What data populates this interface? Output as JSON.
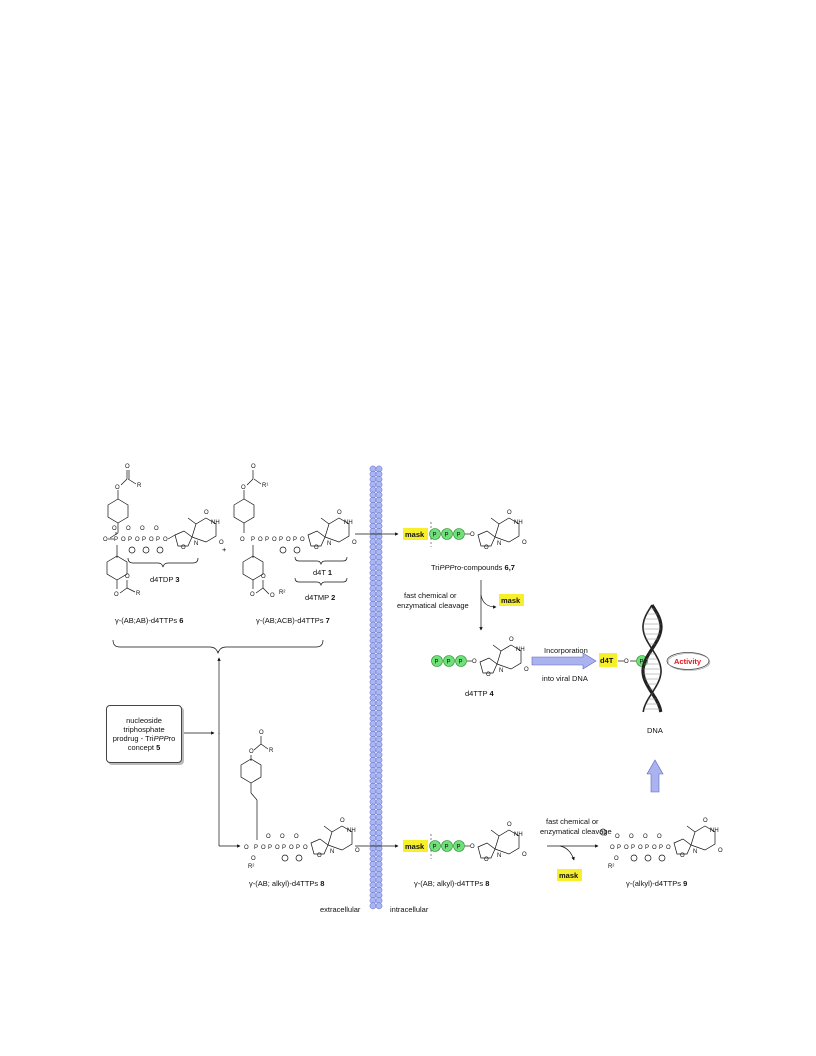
{
  "labels": {
    "ab_ab": "γ-(AB;AB)-d4TTPs",
    "ab_ab_num": "6",
    "ab_acb": "γ-(AB;ACB)-d4TTPs",
    "ab_acb_num": "7",
    "d4tdp": "d4TDP",
    "d4tdp_num": "3",
    "d4t": "d4T",
    "d4t_num": "1",
    "d4tmp": "d4TMP",
    "d4tmp_num": "2",
    "ab_alkyl_left": "γ-(AB; alkyl)-d4TTPs",
    "ab_alkyl_left_num": "8",
    "ab_alkyl_right": "γ-(AB; alkyl)-d4TTPs",
    "ab_alkyl_right_num": "8",
    "alkyl": "γ-(alkyl)-d4TTPs",
    "alkyl_num": "9",
    "tri_pre": "Tri",
    "tri_ppp": "PPP",
    "tri_post": "ro-compounds",
    "tri_num": "6,7",
    "d4ttp": "d4TTP",
    "d4ttp_num": "4",
    "dna": "DNA",
    "extracellular": "extracellular",
    "intracellular": "intracellular",
    "plus": "+"
  },
  "concept": {
    "line1": "nucleoside",
    "line2": "triphosphate",
    "line3": "prodrug - Tri",
    "line3_ppp": "PPP",
    "line3_end": "ro",
    "line4": "concept",
    "line4_num": "5"
  },
  "cleavage": {
    "top_line1": "fast chemical or",
    "top_line2": "enzymatical cleavage",
    "bottom_line1": "fast chemical or",
    "bottom_line2": "enzymatical cleavage"
  },
  "incorporation": {
    "line1": "Incorporation",
    "line2": "into viral DNA"
  },
  "tags": {
    "mask": "mask",
    "p": "P",
    "d4t": "d4T",
    "o": "O",
    "activity": "Activity"
  },
  "chem": {
    "nh": "NH",
    "n": "N",
    "o": "O",
    "p": "P",
    "r": "R",
    "r1": "R¹",
    "r2": "R²"
  },
  "colors": {
    "mask": "#f7ef2a",
    "phosphate": "#6fe07a",
    "membrane": "#a9b6f2",
    "arrow": "#aab3ee",
    "activity": "#e8151b"
  }
}
